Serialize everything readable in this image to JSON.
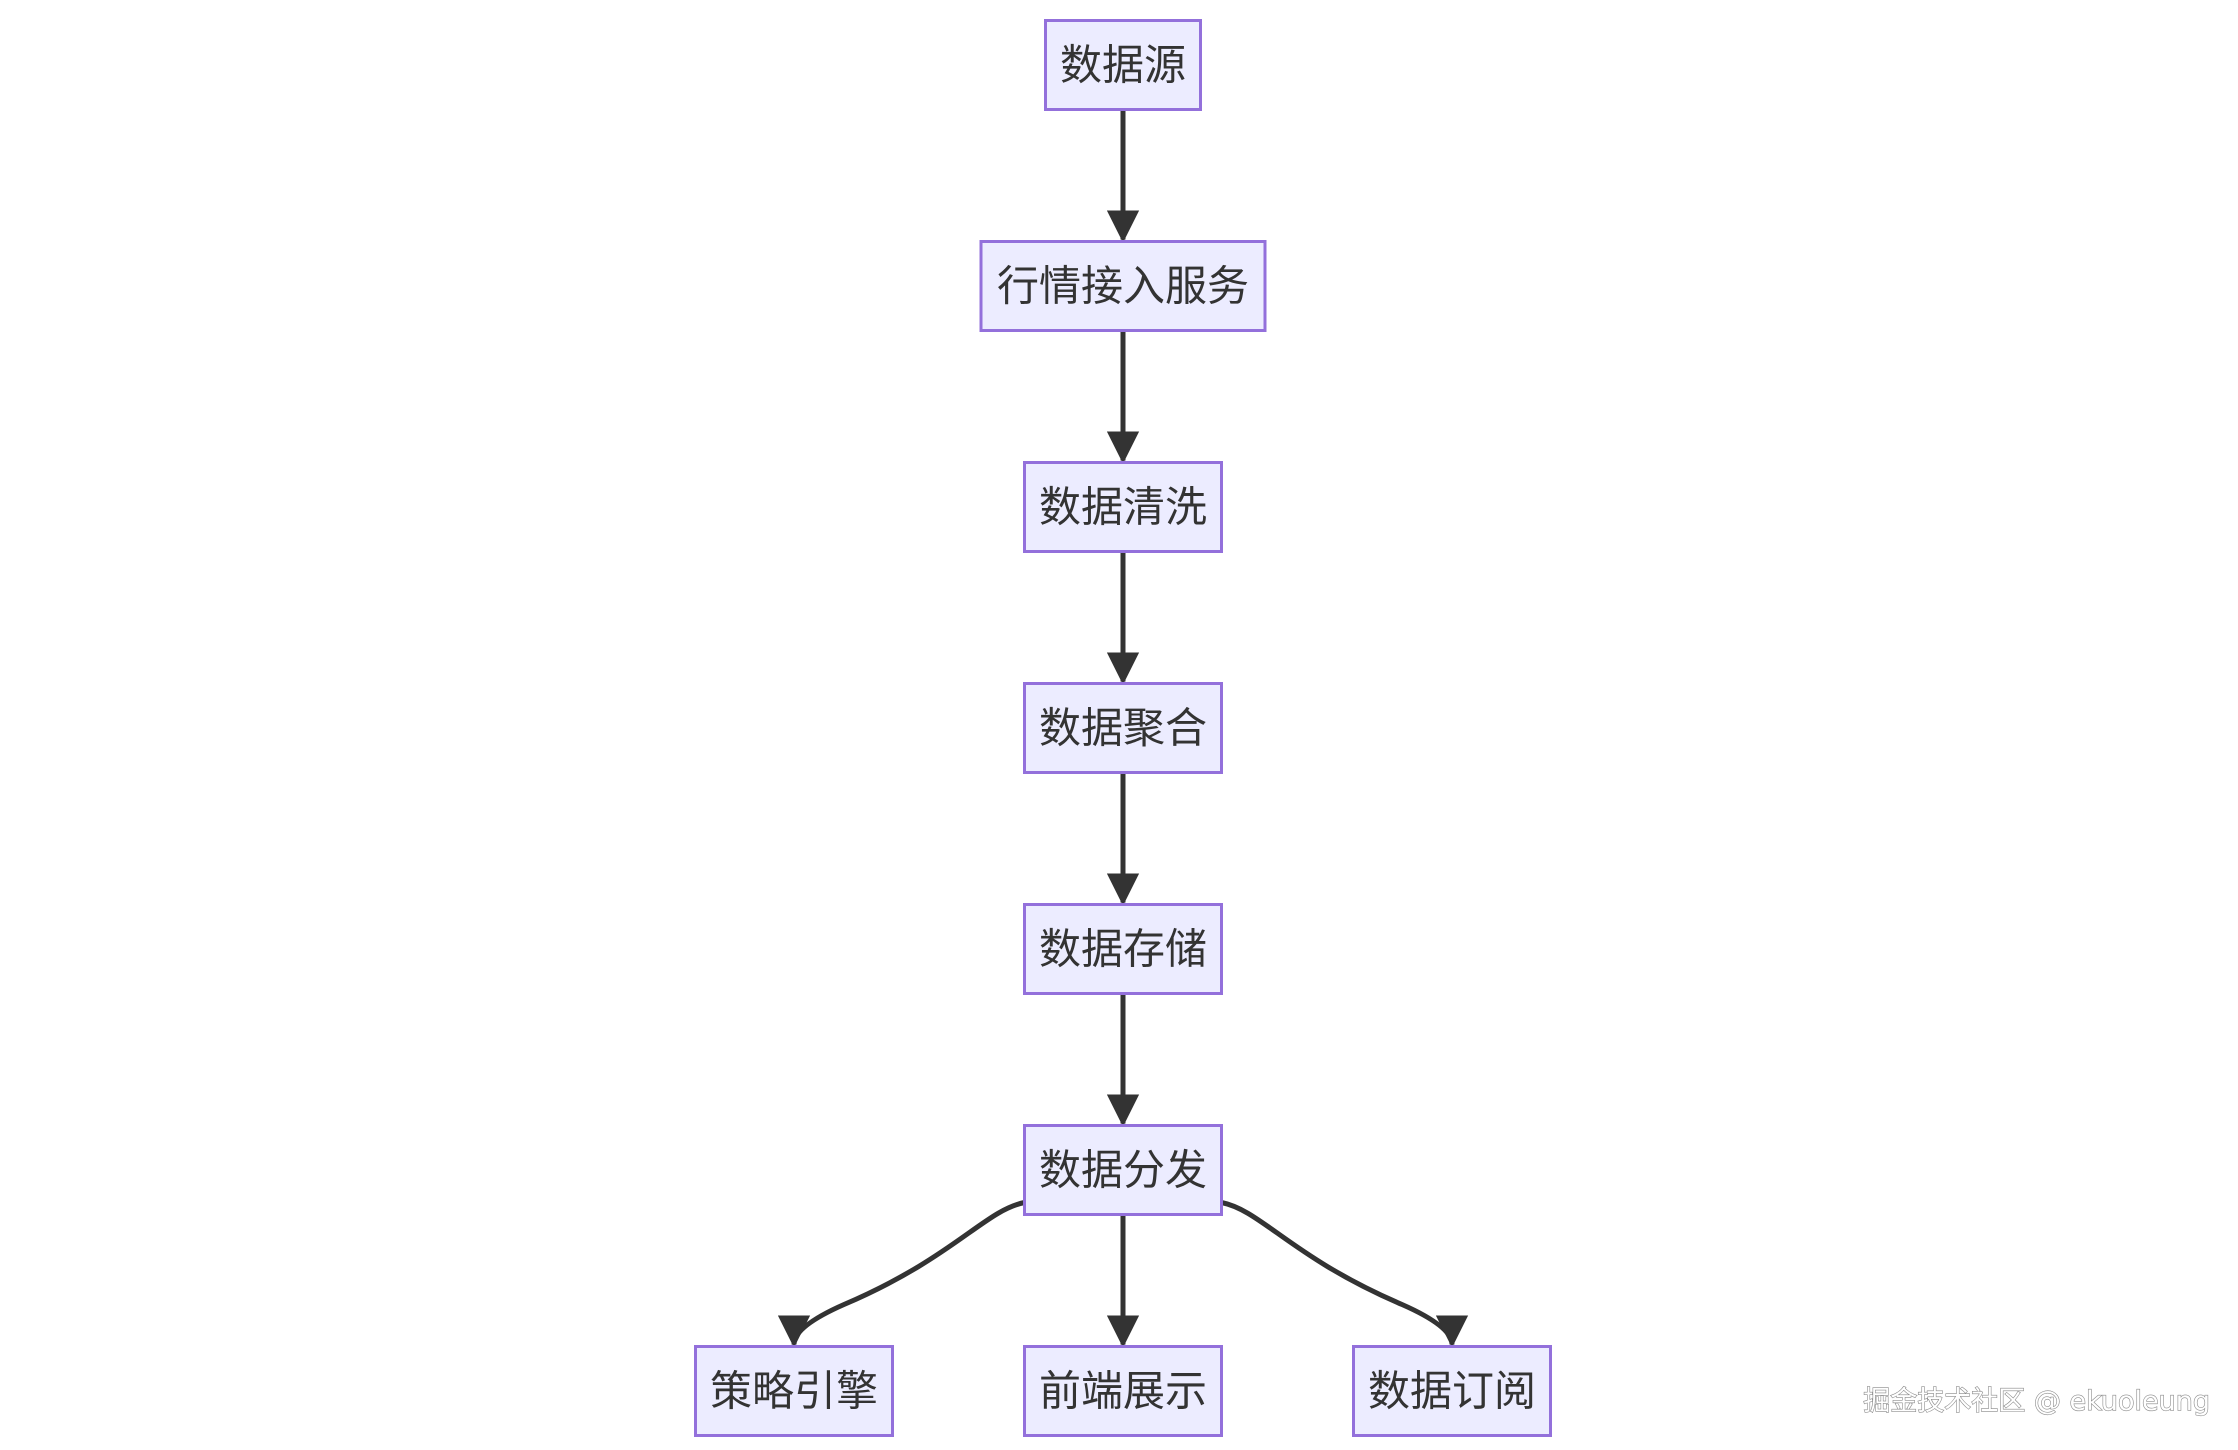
{
  "diagram": {
    "type": "flowchart",
    "nodes": [
      {
        "id": "source",
        "label": "数据源"
      },
      {
        "id": "ingest",
        "label": "行情接入服务"
      },
      {
        "id": "clean",
        "label": "数据清洗"
      },
      {
        "id": "aggregate",
        "label": "数据聚合"
      },
      {
        "id": "store",
        "label": "数据存储"
      },
      {
        "id": "dispatch",
        "label": "数据分发"
      },
      {
        "id": "strategy",
        "label": "策略引擎"
      },
      {
        "id": "frontend",
        "label": "前端展示"
      },
      {
        "id": "subscribe",
        "label": "数据订阅"
      }
    ],
    "edges": [
      {
        "from": "source",
        "to": "ingest"
      },
      {
        "from": "ingest",
        "to": "clean"
      },
      {
        "from": "clean",
        "to": "aggregate"
      },
      {
        "from": "aggregate",
        "to": "store"
      },
      {
        "from": "store",
        "to": "dispatch"
      },
      {
        "from": "dispatch",
        "to": "strategy"
      },
      {
        "from": "dispatch",
        "to": "frontend"
      },
      {
        "from": "dispatch",
        "to": "subscribe"
      }
    ],
    "colors": {
      "node_fill": "#ECECFF",
      "node_stroke": "#9370DB",
      "edge": "#333333",
      "text": "#333333"
    }
  },
  "watermark": "掘金技术社区 @ ekuoleung"
}
